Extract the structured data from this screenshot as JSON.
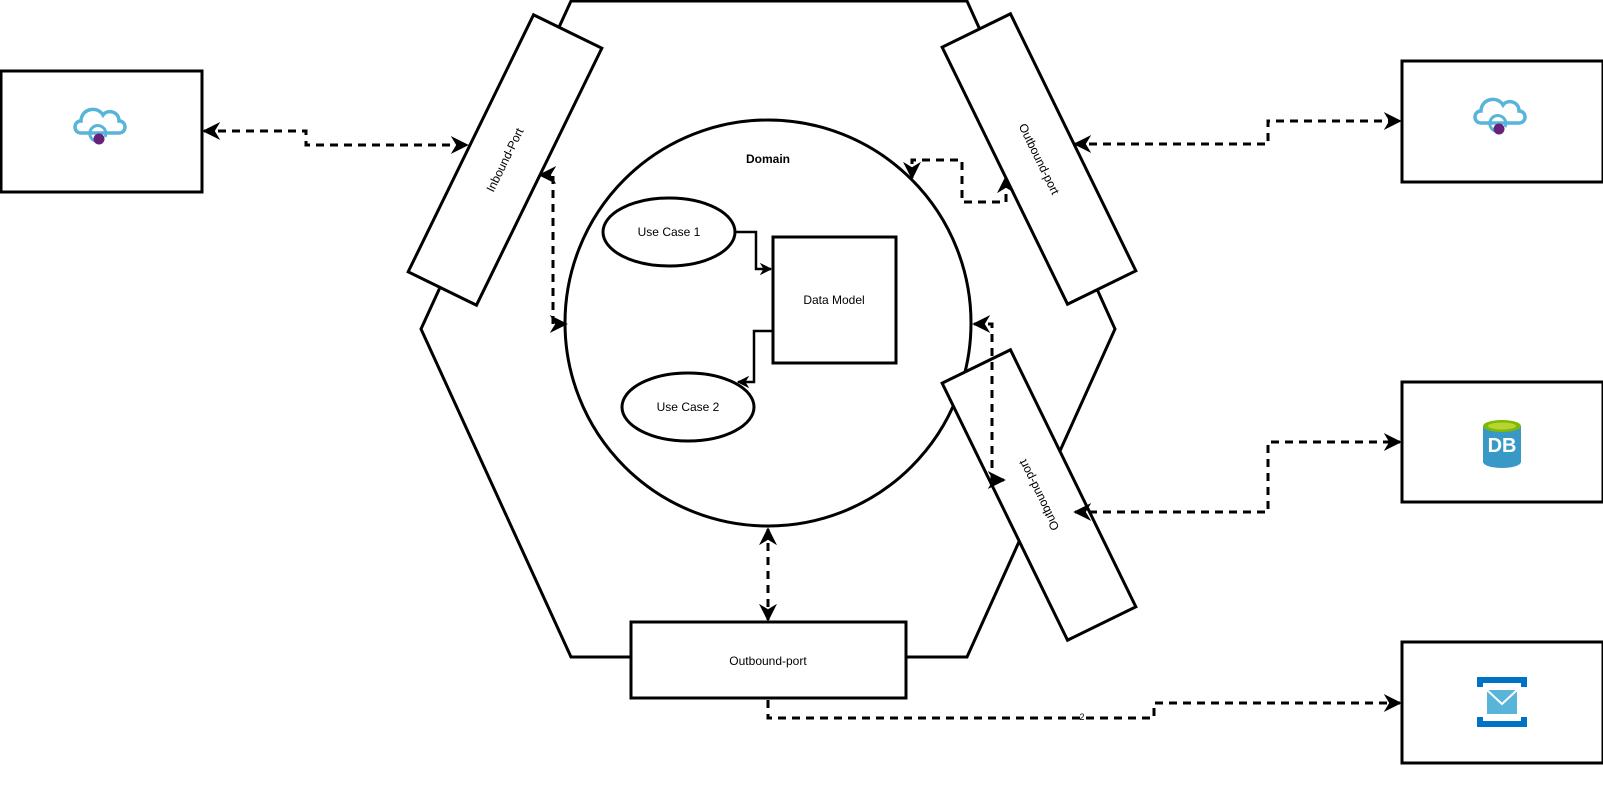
{
  "domain": {
    "title": "Domain"
  },
  "use_cases": [
    {
      "label": "Use Case 1"
    },
    {
      "label": "Use Case 2"
    }
  ],
  "data_model": {
    "label": "Data Model"
  },
  "ports": {
    "inbound": {
      "label": "Inbound-Port"
    },
    "outbound_top": {
      "label": "Outbound-port"
    },
    "outbound_right": {
      "label": "Outbound-port"
    },
    "outbound_bottom": {
      "label": "Outbound-port"
    }
  },
  "external_systems": [
    {
      "icon": "cloud-service-icon"
    },
    {
      "icon": "cloud-service-icon"
    },
    {
      "icon": "database-icon"
    },
    {
      "icon": "message-queue-icon"
    }
  ],
  "edge_labels": {
    "queue_connection": "2"
  },
  "colors": {
    "cloud_blue": "#59B4D9",
    "cloud_dot": "#68217A",
    "db_blue": "#3999C6",
    "db_top": "#7FBA00",
    "queue_blue": "#0072C6",
    "queue_light": "#59B4D9"
  }
}
